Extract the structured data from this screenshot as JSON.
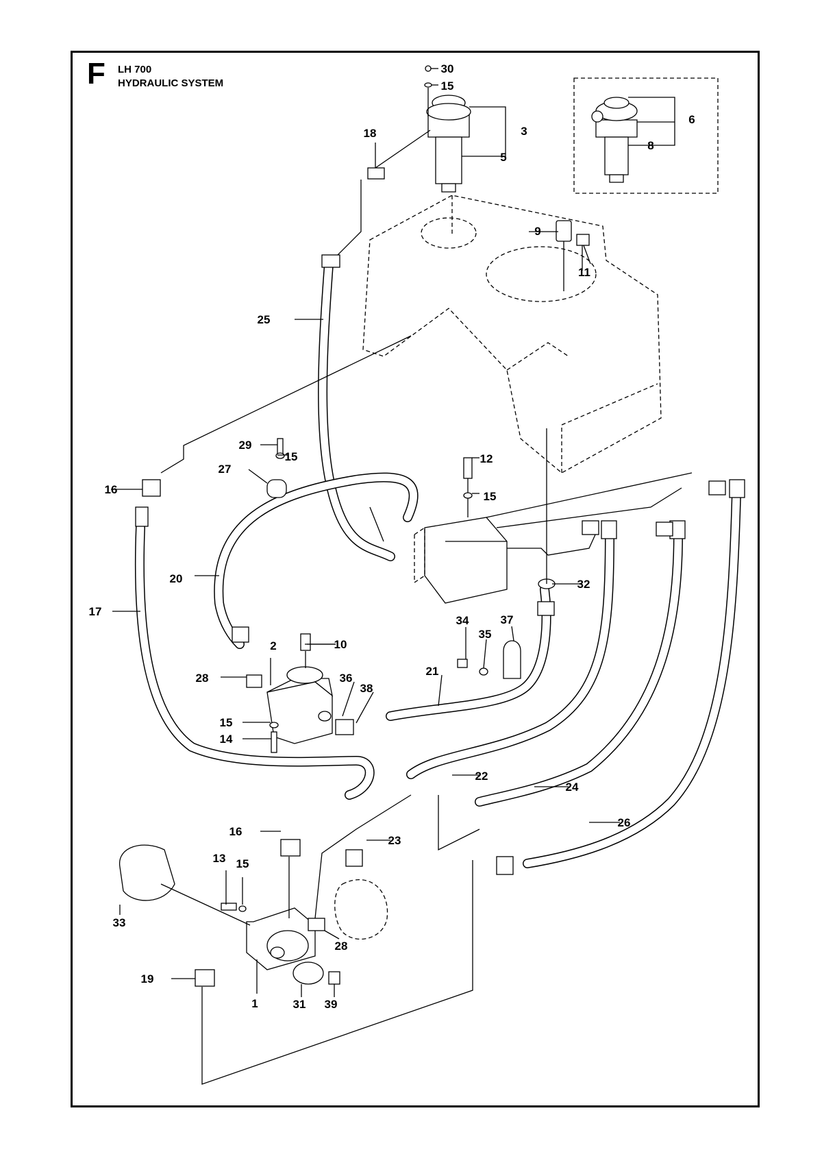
{
  "header": {
    "section_letter": "F",
    "model": "LH 700",
    "title": "HYDRAULIC SYSTEM"
  },
  "callouts": [
    "30",
    "15",
    "3",
    "5",
    "18",
    "6",
    "8",
    "9",
    "11",
    "25",
    "29",
    "15",
    "27",
    "12",
    "16",
    "15",
    "20",
    "17",
    "2",
    "10",
    "32",
    "34",
    "35",
    "37",
    "28",
    "36",
    "38",
    "21",
    "15",
    "14",
    "22",
    "24",
    "26",
    "16",
    "23",
    "13",
    "15",
    "33",
    "28",
    "19",
    "1",
    "31",
    "39"
  ]
}
